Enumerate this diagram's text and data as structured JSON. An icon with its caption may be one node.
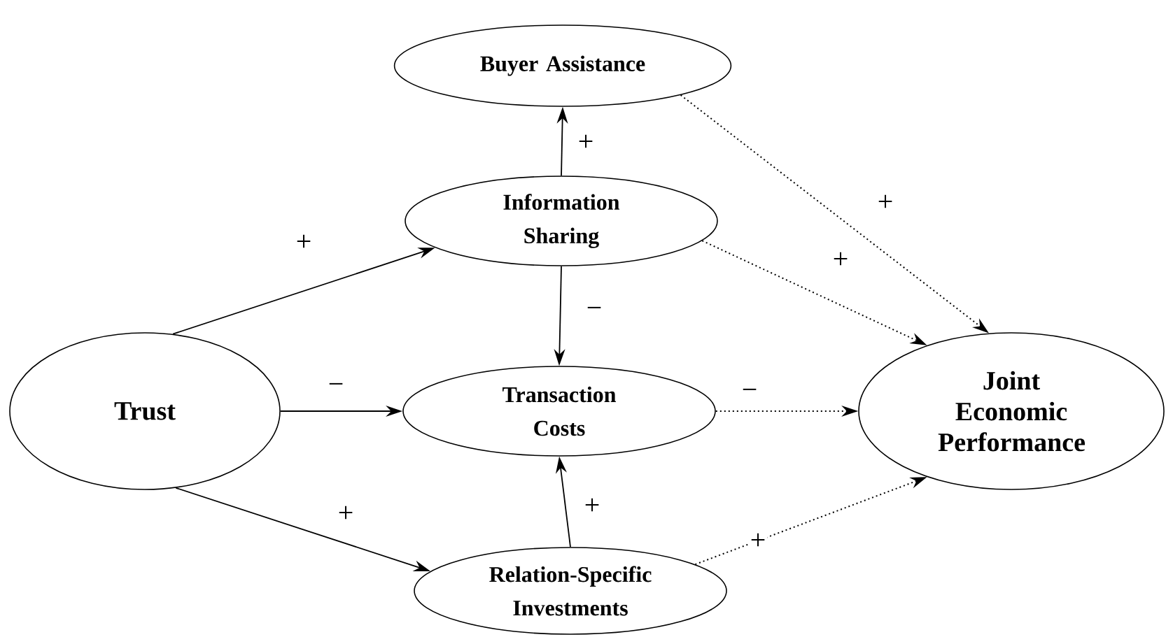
{
  "diagram": {
    "nodes": [
      {
        "text": [
          "Buyer Assistance"
        ]
      },
      {
        "text": [
          "Information Sharing"
        ]
      },
      {
        "text": [
          "Trust"
        ]
      },
      {
        "text": [
          "Transaction Costs"
        ]
      },
      {
        "text": [
          "Joint Economic Performance"
        ]
      },
      {
        "text": [
          "Relation-Specific Investments"
        ]
      }
    ],
    "edges": [
      {
        "from": 2,
        "to": 1,
        "arrow": "to",
        "label": "+"
      },
      {
        "from": 2,
        "to": 3,
        "arrow": "to",
        "label": "−"
      },
      {
        "from": 2,
        "to": 5,
        "arrow": "to",
        "label": "+"
      },
      {
        "from": 1,
        "to": 0,
        "arrow": "to",
        "label": "+"
      },
      {
        "from": 1,
        "to": 3,
        "arrow": "to",
        "label": "−"
      },
      {
        "from": 5,
        "to": 3,
        "arrow": "to",
        "label": "+"
      },
      {
        "from": 0,
        "to": 4,
        "arrow": "to",
        "label": "+",
        "style": "dashed"
      },
      {
        "from": 1,
        "to": 4,
        "arrow": "to",
        "label": "+",
        "style": "dashed"
      },
      {
        "from": 3,
        "to": 4,
        "arrow": "to",
        "label": "−",
        "style": "dashed"
      },
      {
        "from": 5,
        "to": 4,
        "arrow": "to",
        "label": "+",
        "style": "dashed"
      }
    ]
  }
}
